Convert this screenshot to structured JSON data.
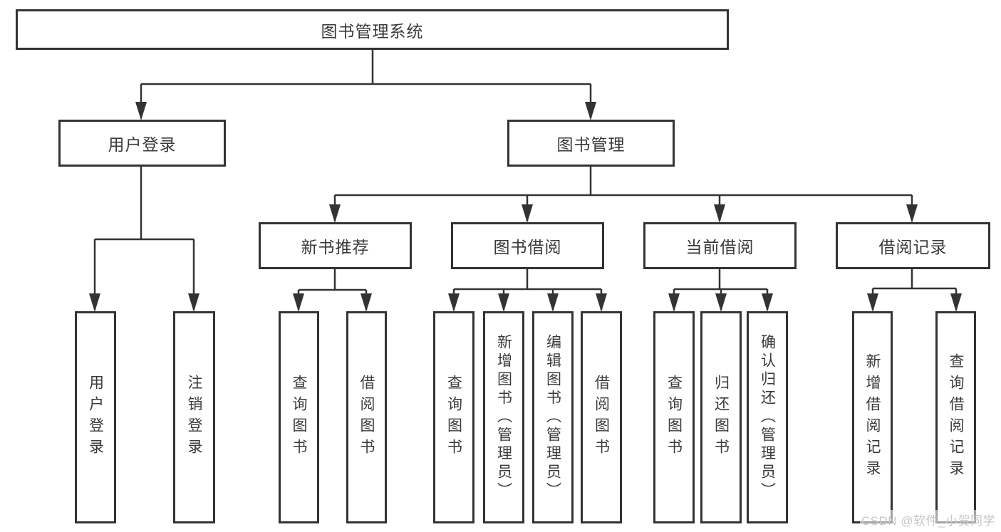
{
  "diagram": {
    "root": {
      "label": "图书管理系统"
    },
    "branches": [
      {
        "label": "用户登录",
        "children": [
          {
            "label": "用户登录"
          },
          {
            "label": "注销登录"
          }
        ]
      },
      {
        "label": "图书管理",
        "children": [
          {
            "label": "新书推荐",
            "children": [
              {
                "label": "查询图书"
              },
              {
                "label": "借阅图书"
              }
            ]
          },
          {
            "label": "图书借阅",
            "children": [
              {
                "label": "查询图书"
              },
              {
                "label": "新增图书（管理员）"
              },
              {
                "label": "编辑图书（管理员）"
              },
              {
                "label": "借阅图书"
              }
            ]
          },
          {
            "label": "当前借阅",
            "children": [
              {
                "label": "查询图书"
              },
              {
                "label": "归还图书"
              },
              {
                "label": "确认归还（管理员）"
              }
            ]
          },
          {
            "label": "借阅记录",
            "children": [
              {
                "label": "新增借阅记录"
              },
              {
                "label": "查询借阅记录"
              }
            ]
          }
        ]
      }
    ]
  },
  "watermark": {
    "text": "CSDN @软件_小贺同学"
  },
  "colors": {
    "line": "#333333",
    "text": "#3a3a3a",
    "box_background": "#ffffff",
    "watermark": "#c6c6c6",
    "page_background": "#ffffff"
  }
}
